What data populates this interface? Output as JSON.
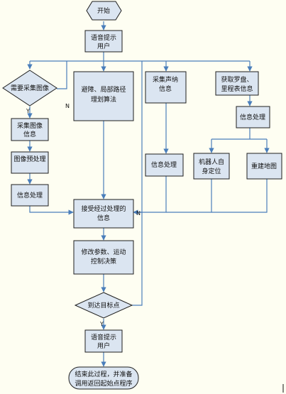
{
  "nodes": {
    "start": "开始",
    "prompt_user_1": [
      "语音提示",
      "用户"
    ],
    "need_capture_image": "需要采集图像",
    "capture_image_info": [
      "采集图像",
      "信息"
    ],
    "image_preprocess": [
      "图像预处理"
    ],
    "info_process_left": [
      "信息处理"
    ],
    "obstacle_avoidance": [
      "避障、局部路径",
      "理划算法"
    ],
    "sonar_info": [
      "采集声纳",
      "信息"
    ],
    "compass_odometer": [
      "获取罗盘、",
      "里程表信息"
    ],
    "info_process_right_top": [
      "信息处理"
    ],
    "info_process_mid": [
      "信息处理"
    ],
    "robot_localization": [
      "机器人自",
      "身定位"
    ],
    "rebuild_map": [
      "重建地图"
    ],
    "receive_processed_info": [
      "接受经过处理的",
      "信息"
    ],
    "modify_params": [
      "修改参数、运动",
      "控制决策"
    ],
    "reach_target": "到达目标点",
    "prompt_user_2": [
      "语音提示",
      "用户"
    ],
    "end": [
      "结束此过程，并准备",
      "调用返回起始点程序"
    ]
  },
  "edge_labels": {
    "yes": "Y",
    "no_1": "N",
    "no_2": "N",
    "yes_2": "Y"
  }
}
